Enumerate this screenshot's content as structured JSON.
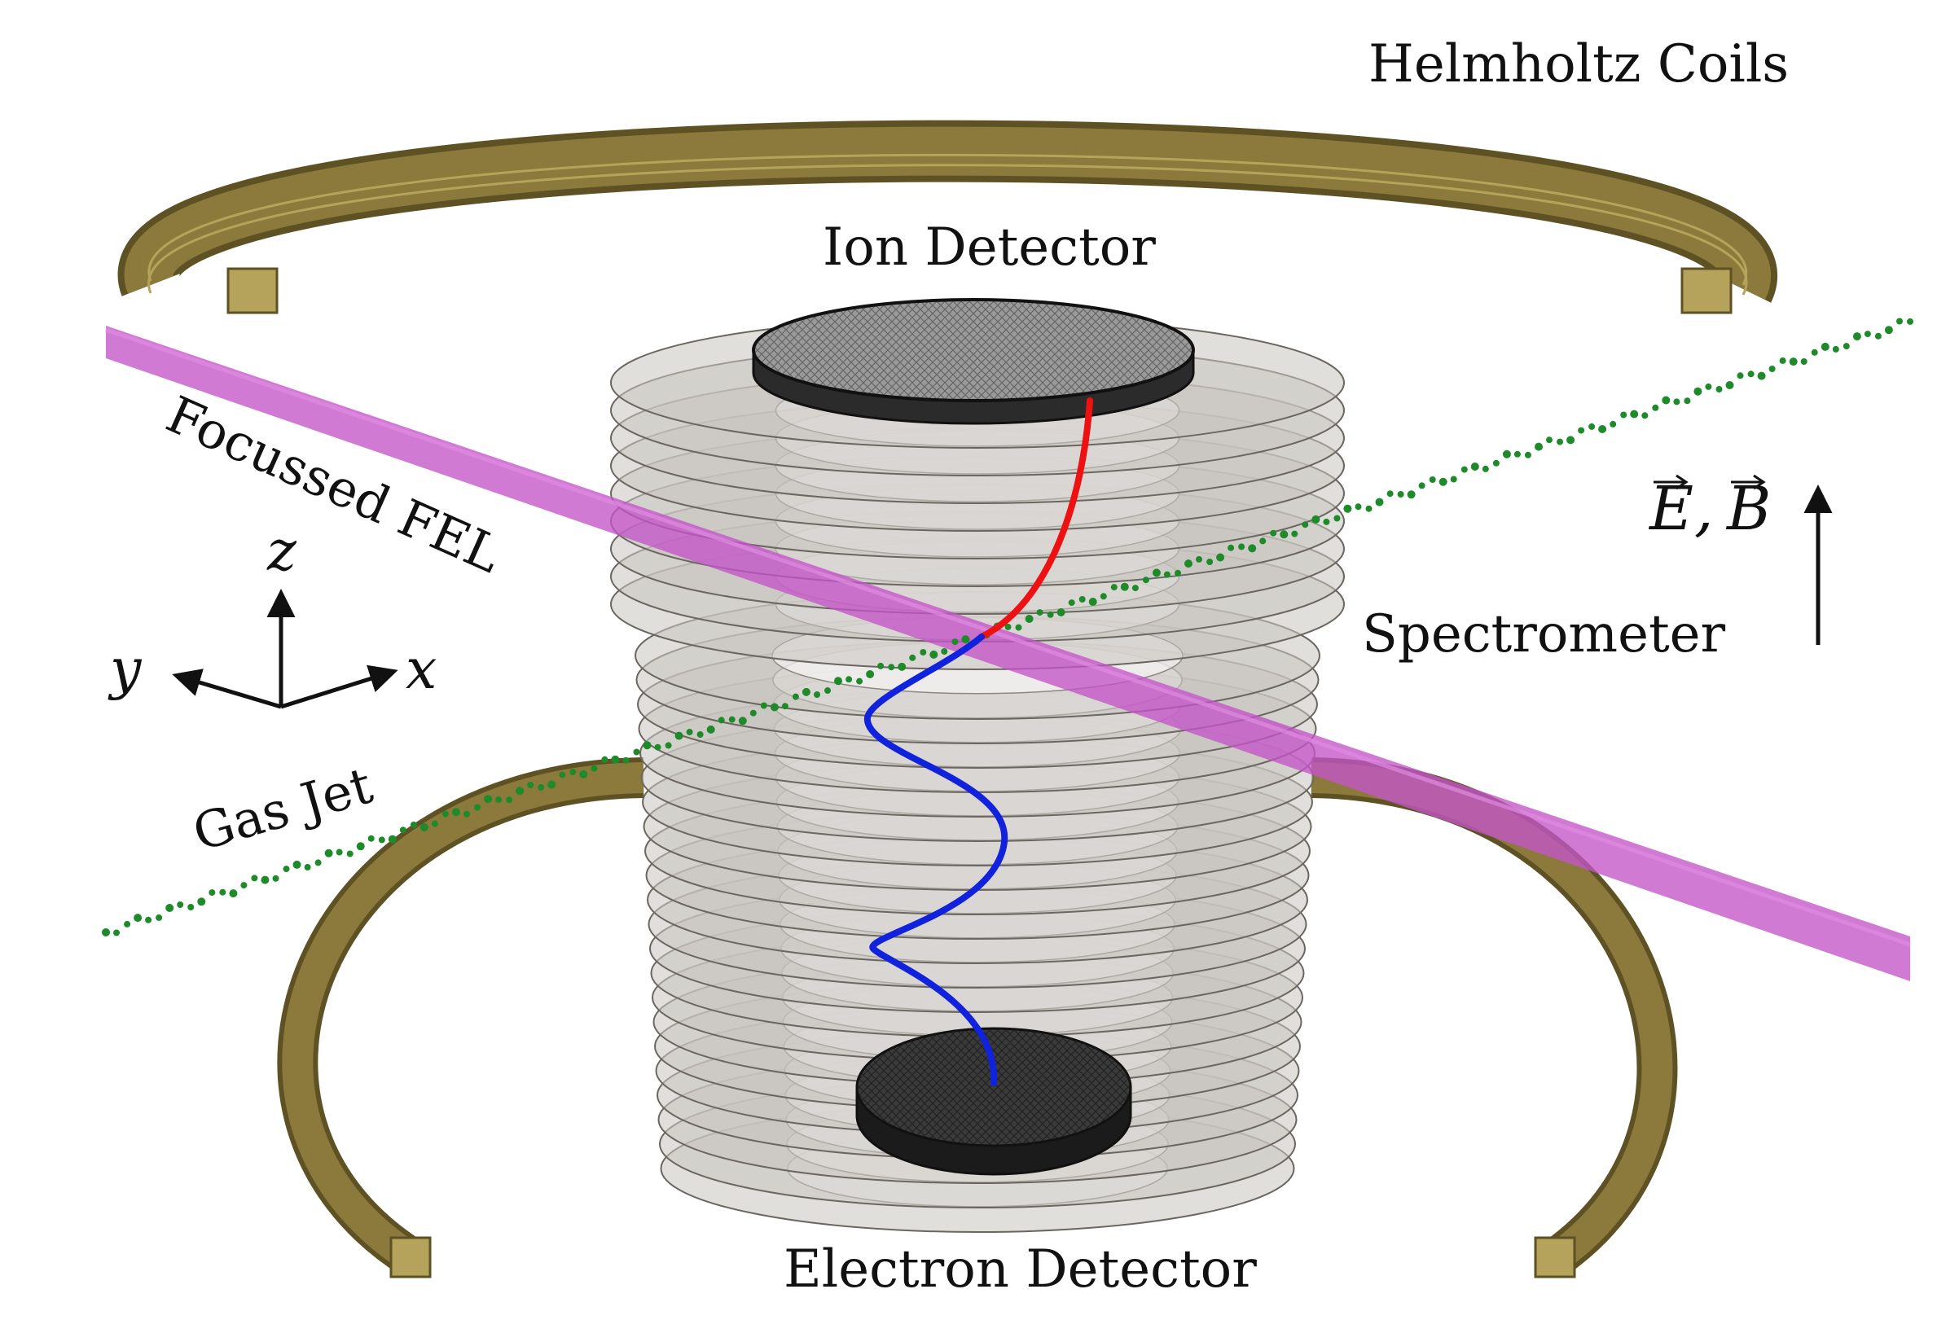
{
  "labels": {
    "helmholtz": "Helmholtz Coils",
    "ion_detector": "Ion Detector",
    "focussed_fel": "Focussed FEL",
    "spectrometer": "Spectrometer",
    "gas_jet": "Gas Jet",
    "electron_detector": "Electron Detector",
    "field_E": "E",
    "field_B": "B",
    "field_sep": ",",
    "axis_x": "x",
    "axis_y": "y",
    "axis_z": "z"
  },
  "colors": {
    "coil": "#8b7a3c",
    "coil_dark": "#5e5224",
    "fel": "#c455c8",
    "gas_jet": "#1f8a2a",
    "ion_trajectory": "#ee1111",
    "electron_trajectory": "#1122dd",
    "detector": "#2b2b2b",
    "plate": "#bdb8b2"
  }
}
